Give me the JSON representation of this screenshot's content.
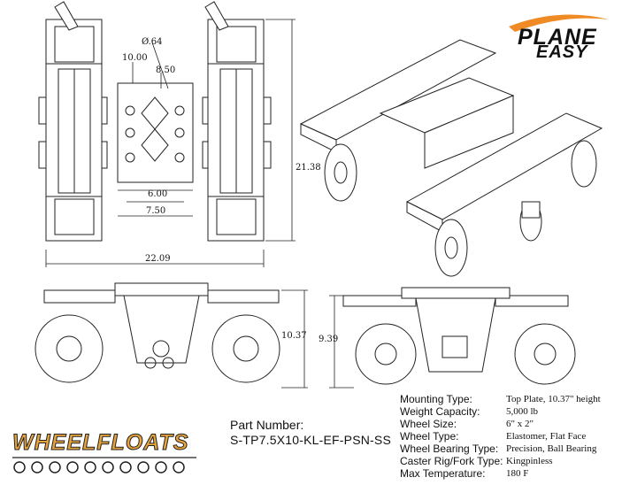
{
  "brand": {
    "top_line": "PLANE",
    "bottom_line": "EASY",
    "footer_brand": "WHEELFLOATS",
    "accent_color": "#f08a24",
    "footer_color": "#e8a33a"
  },
  "dimensions": {
    "hole_dia": "Ø.64",
    "plate_h_outer": "10.00",
    "plate_h_inner": "8.50",
    "plate_w_inner": "6.00",
    "plate_w_outer": "7.50",
    "overall_length": "21.38",
    "overall_width": "22.09",
    "side_height": "10.37",
    "front_height": "9.39"
  },
  "part": {
    "label": "Part Number:",
    "number": "S-TP7.5X10-KL-EF-PSN-SS"
  },
  "specs": [
    {
      "label": "Mounting Type:",
      "value": "Top Plate, 10.37\" height"
    },
    {
      "label": "Weight Capacity:",
      "value": "5,000 lb"
    },
    {
      "label": "Wheel Size:",
      "value": "6\" x 2\""
    },
    {
      "label": "Wheel Type:",
      "value": "Elastomer, Flat Face"
    },
    {
      "label": "Wheel Bearing Type:",
      "value": "Precision, Ball Bearing"
    },
    {
      "label": "Caster Rig/Fork Type:",
      "value": "Kingpinless"
    },
    {
      "label": "Max Temperature:",
      "value": "180 F"
    }
  ]
}
